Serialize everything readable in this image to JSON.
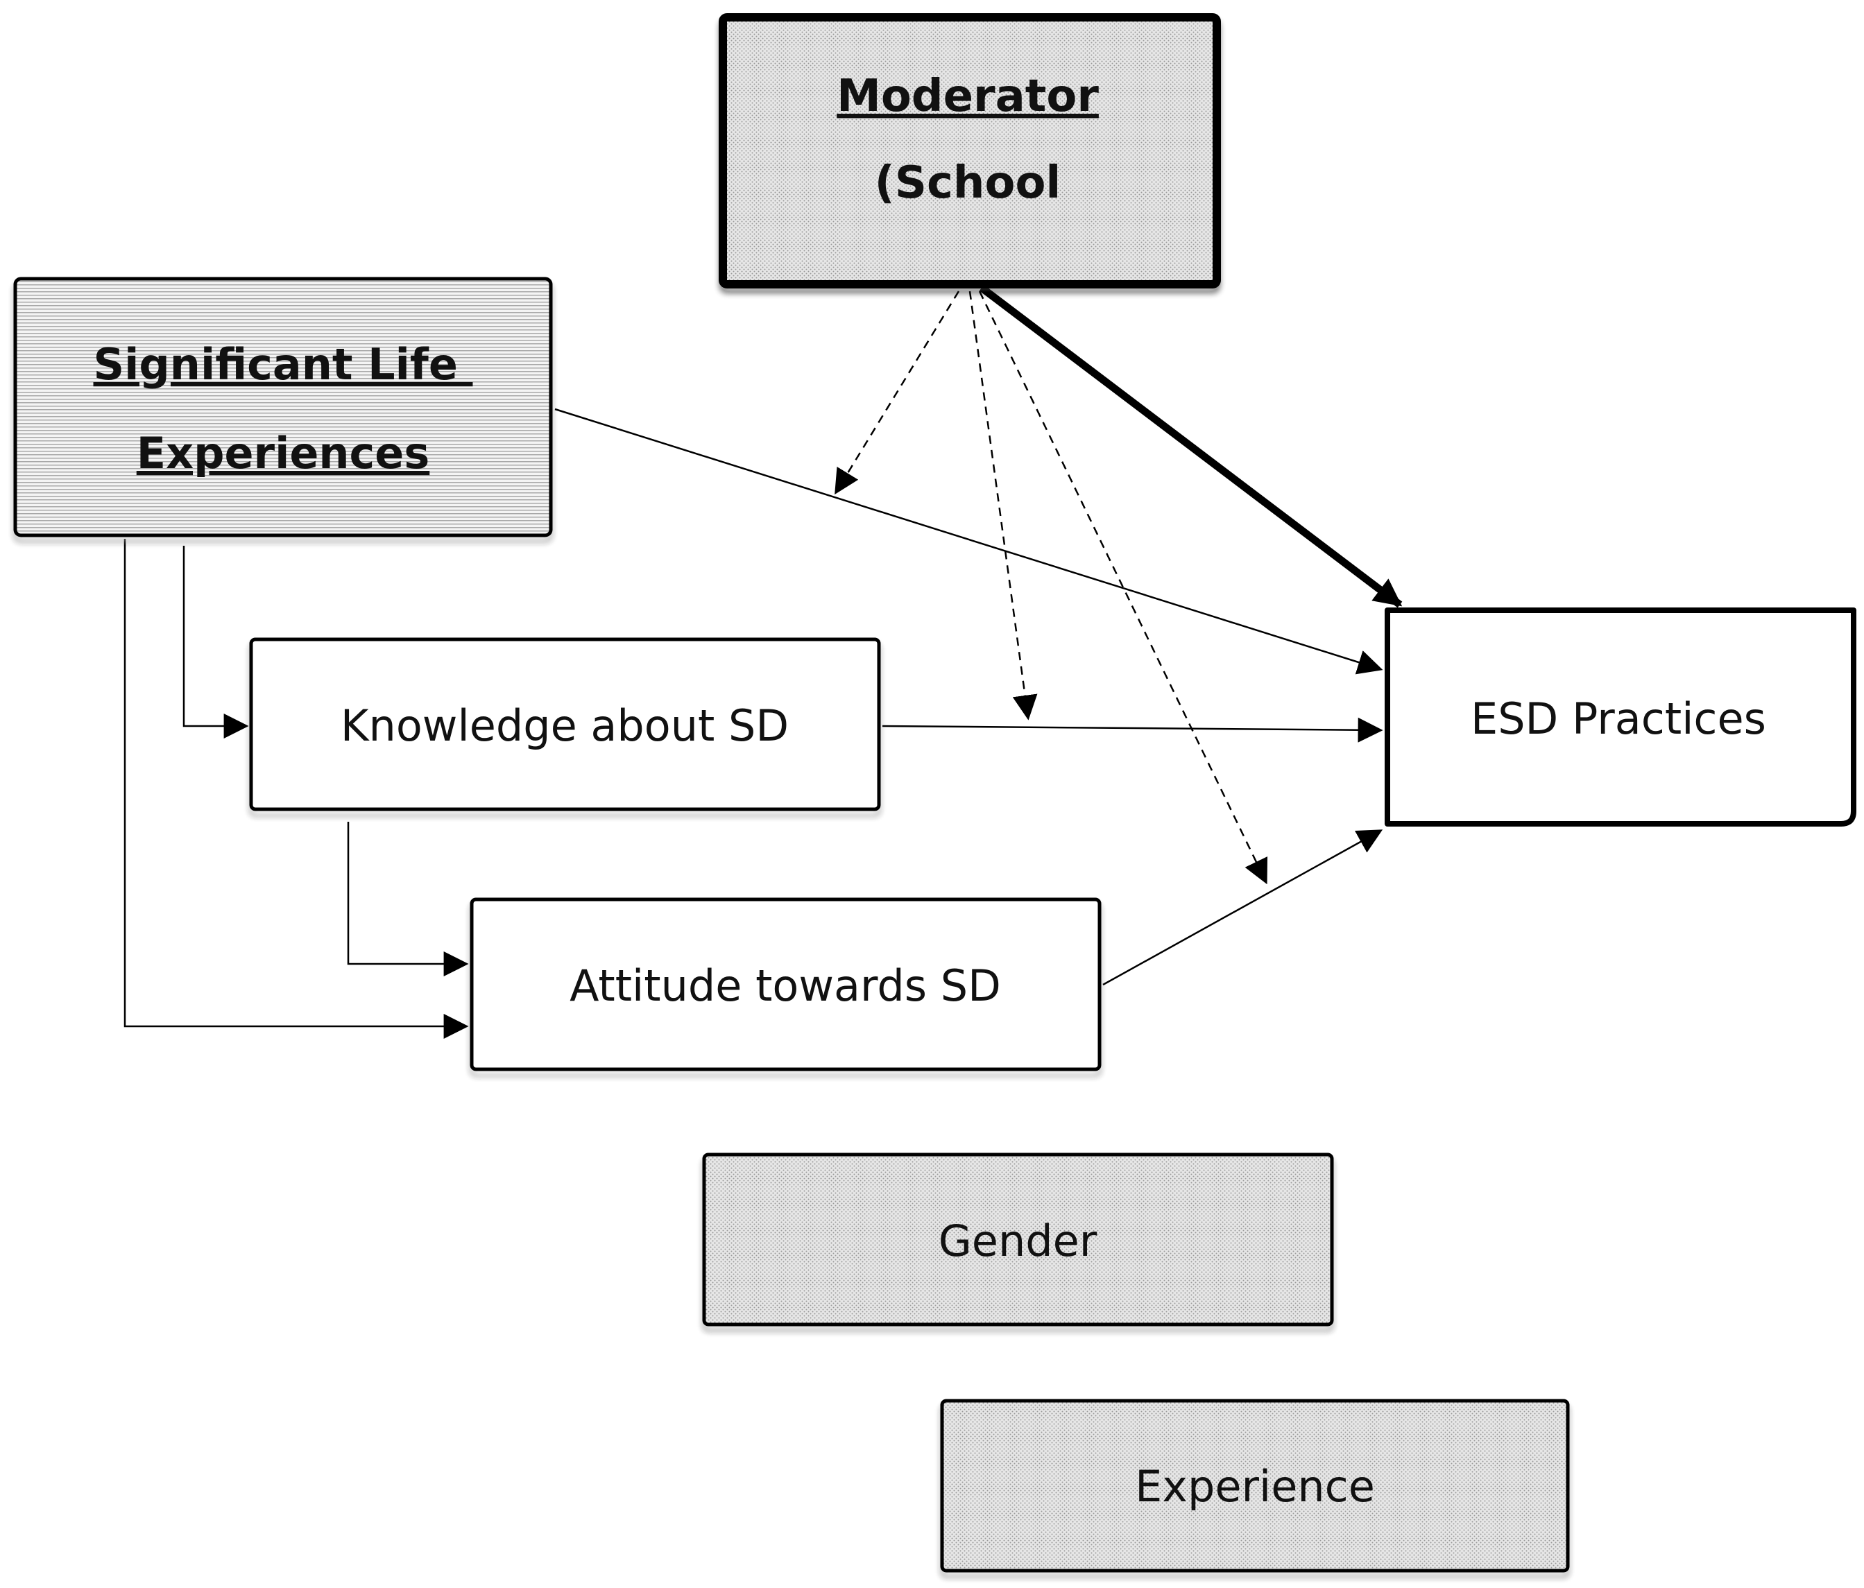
{
  "nodes": {
    "moderator": {
      "line1": "Moderator",
      "line2": "(School"
    },
    "sle": {
      "line1": "Significant Life ",
      "line2": "Experiences"
    },
    "knowledge": {
      "label": "Knowledge about SD"
    },
    "attitude": {
      "label": "Attitude towards SD"
    },
    "esd": {
      "label": "ESD Practices"
    },
    "gender": {
      "label": "Gender"
    },
    "experience": {
      "label": "Experience"
    }
  }
}
